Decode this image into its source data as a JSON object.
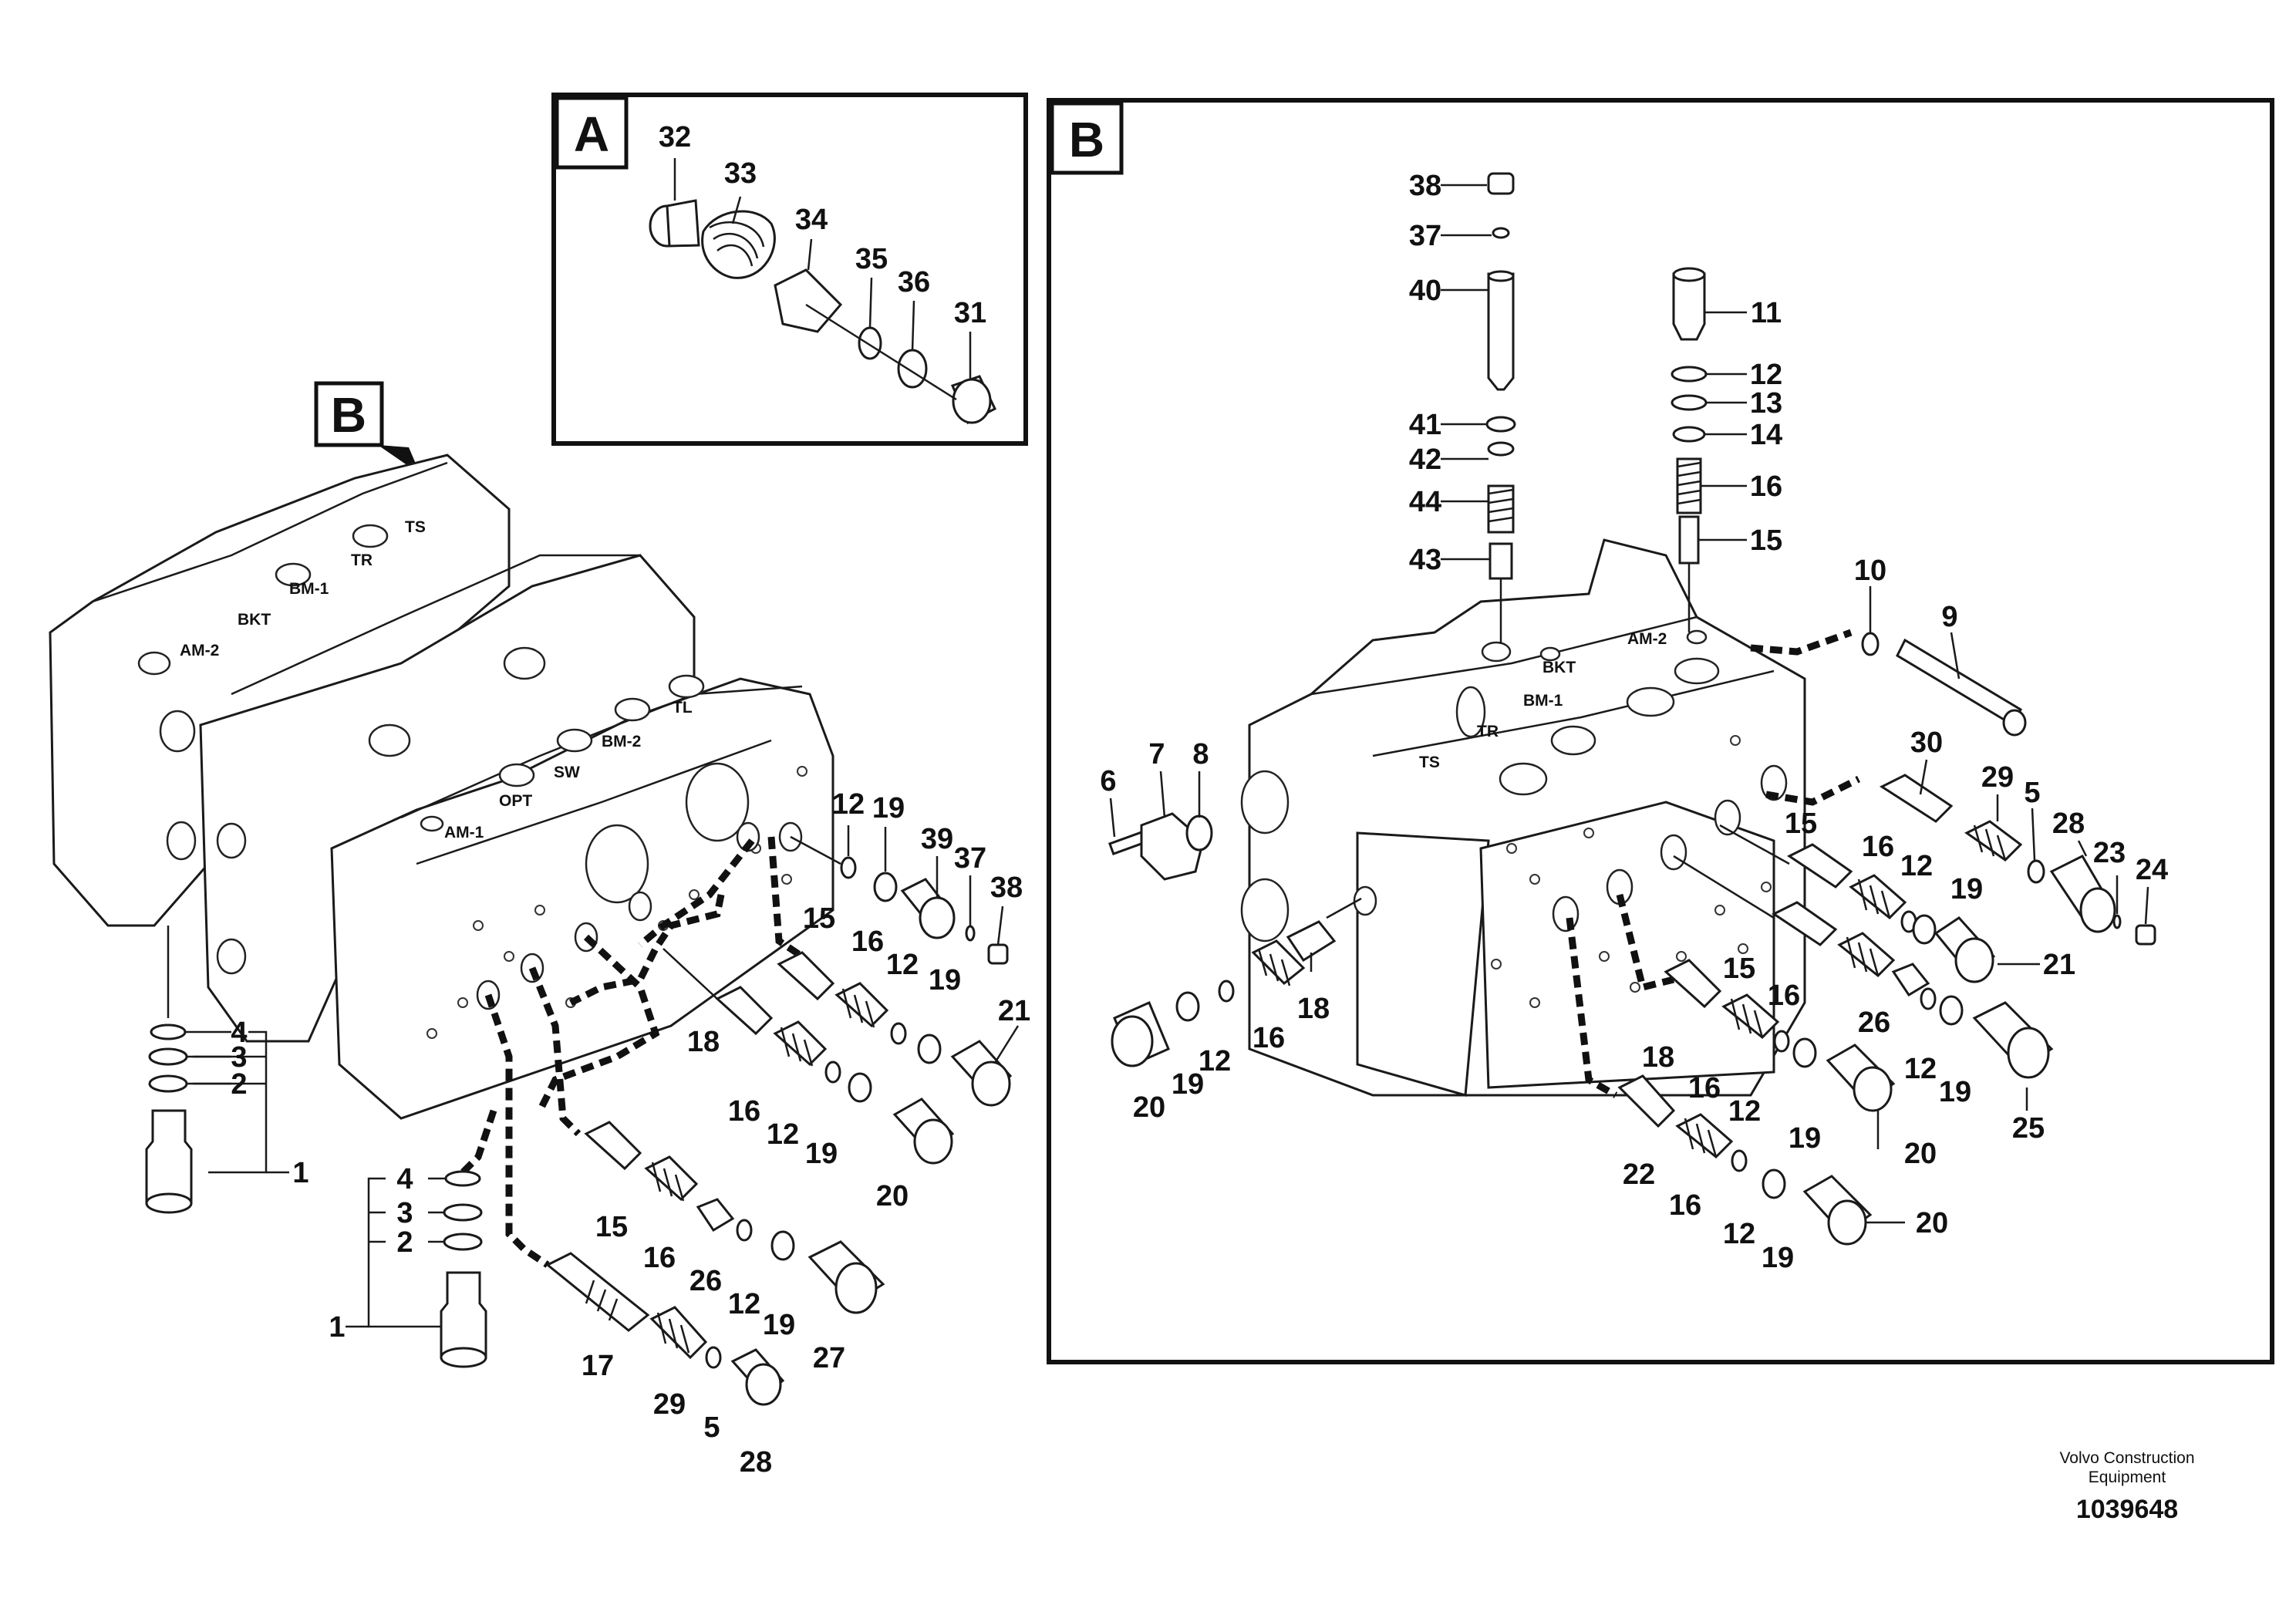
{
  "panels": {
    "a_label": "A",
    "b_label": "B"
  },
  "callouts": {
    "a_main": "A",
    "b_main": "B"
  },
  "tags_left": [
    "TS",
    "TR",
    "BM-1",
    "BKT",
    "AM-2",
    "TL",
    "BM-2",
    "SW",
    "OPT",
    "AM-1"
  ],
  "tags_right": [
    "AM-2",
    "BKT",
    "BM-1",
    "TR",
    "TS"
  ],
  "numbers_panel_a": [
    "32",
    "33",
    "34",
    "35",
    "36",
    "31"
  ],
  "numbers_panel_b": [
    "38",
    "37",
    "40",
    "41",
    "42",
    "44",
    "43",
    "11",
    "12",
    "13",
    "14",
    "16",
    "15",
    "10",
    "9",
    "30",
    "29",
    "5",
    "28",
    "23",
    "24",
    "15",
    "16",
    "12",
    "19",
    "21",
    "15",
    "16",
    "26",
    "12",
    "19",
    "25",
    "18",
    "16",
    "12",
    "19",
    "20",
    "22",
    "16",
    "12",
    "19",
    "20",
    "6",
    "7",
    "8",
    "18",
    "16",
    "12",
    "19",
    "20"
  ],
  "numbers_left": [
    "4",
    "3",
    "2",
    "1",
    "4",
    "3",
    "2",
    "1",
    "12",
    "19",
    "39",
    "37",
    "38",
    "15",
    "16",
    "12",
    "19",
    "21",
    "18",
    "16",
    "12",
    "19",
    "20",
    "15",
    "16",
    "26",
    "12",
    "19",
    "27",
    "17",
    "29",
    "5",
    "28"
  ],
  "footer": {
    "company_line1": "Volvo Construction",
    "company_line2": "Equipment",
    "drawing_number": "1039648"
  }
}
